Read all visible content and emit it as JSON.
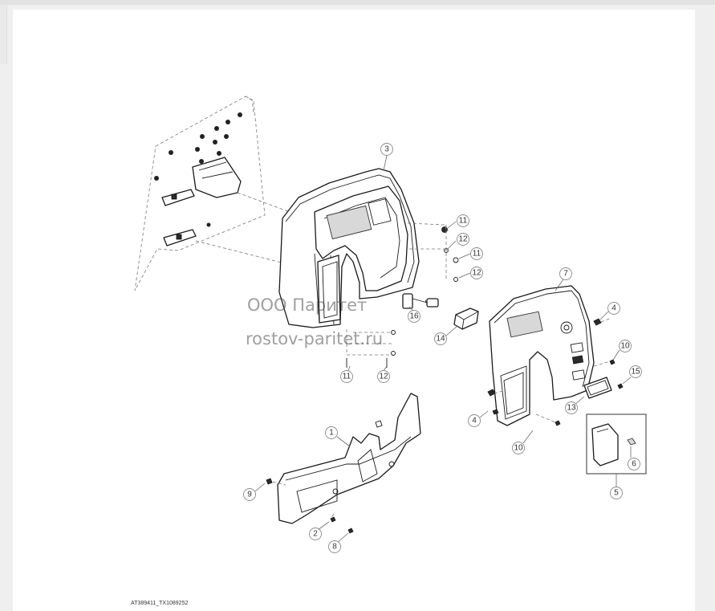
{
  "watermark": {
    "line1": "ООО Паритет",
    "line2": "rostov-paritet.ru"
  },
  "figure_code": "AT389411_TX1089252",
  "callouts": [
    {
      "id": "c3",
      "label": "3"
    },
    {
      "id": "c11a",
      "label": "11"
    },
    {
      "id": "c12a",
      "label": "12"
    },
    {
      "id": "c11b",
      "label": "11"
    },
    {
      "id": "c12b",
      "label": "12"
    },
    {
      "id": "c16",
      "label": "16"
    },
    {
      "id": "c14",
      "label": "14"
    },
    {
      "id": "c11c",
      "label": "11"
    },
    {
      "id": "c12c",
      "label": "12"
    },
    {
      "id": "c7",
      "label": "7"
    },
    {
      "id": "c4a",
      "label": "4"
    },
    {
      "id": "c10a",
      "label": "10"
    },
    {
      "id": "c15",
      "label": "15"
    },
    {
      "id": "c13",
      "label": "13"
    },
    {
      "id": "c4b",
      "label": "4"
    },
    {
      "id": "c10b",
      "label": "10"
    },
    {
      "id": "c6",
      "label": "6"
    },
    {
      "id": "c5",
      "label": "5"
    },
    {
      "id": "c1",
      "label": "1"
    },
    {
      "id": "c9",
      "label": "9"
    },
    {
      "id": "c2",
      "label": "2"
    },
    {
      "id": "c8",
      "label": "8"
    }
  ],
  "colors": {
    "line": "#1a1a1a",
    "callout_stroke": "#8a8a8a",
    "background": "#ffffff"
  }
}
